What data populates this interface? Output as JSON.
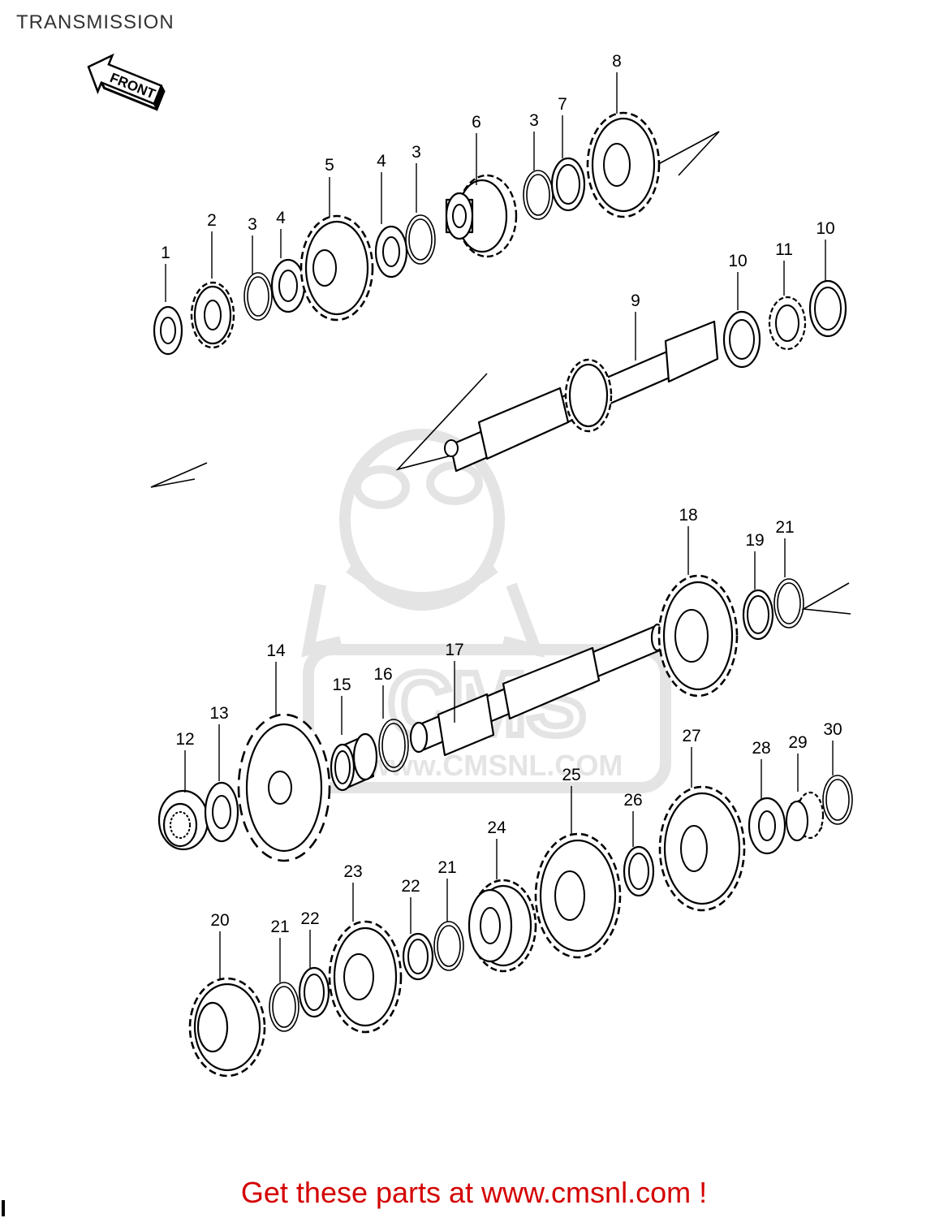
{
  "title": "TRANSMISSION",
  "front_arrow_label": "FRONT",
  "watermark": {
    "logo_text": "CMS",
    "url_text": "www.CMSNL.COM"
  },
  "footer_text": "Get these parts at www.cmsnl.com !",
  "colors": {
    "footer": "#d40000",
    "line": "#000000",
    "watermark": "#e4e4e4"
  },
  "callouts": [
    {
      "label": "1"
    },
    {
      "label": "2"
    },
    {
      "label": "3"
    },
    {
      "label": "4"
    },
    {
      "label": "5"
    },
    {
      "label": "4"
    },
    {
      "label": "3"
    },
    {
      "label": "6"
    },
    {
      "label": "3"
    },
    {
      "label": "7"
    },
    {
      "label": "8"
    },
    {
      "label": "9"
    },
    {
      "label": "10"
    },
    {
      "label": "11"
    },
    {
      "label": "10"
    },
    {
      "label": "12"
    },
    {
      "label": "13"
    },
    {
      "label": "14"
    },
    {
      "label": "15"
    },
    {
      "label": "16"
    },
    {
      "label": "17"
    },
    {
      "label": "18"
    },
    {
      "label": "19"
    },
    {
      "label": "21"
    },
    {
      "label": "20"
    },
    {
      "label": "21"
    },
    {
      "label": "22"
    },
    {
      "label": "23"
    },
    {
      "label": "22"
    },
    {
      "label": "21"
    },
    {
      "label": "24"
    },
    {
      "label": "25"
    },
    {
      "label": "26"
    },
    {
      "label": "27"
    },
    {
      "label": "28"
    },
    {
      "label": "29"
    },
    {
      "label": "30"
    }
  ]
}
